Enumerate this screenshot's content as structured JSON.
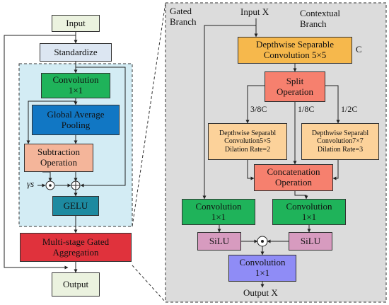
{
  "left": {
    "input": "Input",
    "standardize": "Standardize",
    "conv": "Convolution\n1×1",
    "gap": "Global Average\nPooling",
    "subtraction": "Subtraction\nOperation",
    "gamma": "γs",
    "gelu": "GELU",
    "msga": "Multi-stage Gated\nAggregation",
    "output": "Output"
  },
  "right": {
    "gated_branch": "Gated\nBranch",
    "input_x": "Input X",
    "contextual_branch": "Contextual\nBranch",
    "dw_conv": "Depthwise Separable\nConvolution 5×5",
    "c_label": "C",
    "split": "Split\nOperation",
    "ratio_left": "3/8C",
    "ratio_mid": "1/8C",
    "ratio_right": "1/2C",
    "dw_left": "Depthwise Separabl\nConvolution5×5\nDilation Rate=2",
    "dw_right": "Depthwise Separabl\nConvolution7×7\nDilation Rate=3",
    "concat": "Concatenation\nOperation",
    "conv_left": "Convolution\n1×1",
    "conv_right": "Convolution\n1×1",
    "silu_left": "SiLU",
    "silu_right": "SiLU",
    "conv_out": "Convolution\n1×1",
    "output_x": "Output X"
  },
  "colors": {
    "input_fill": "#ebf2df",
    "standardize_fill": "#dce6f2",
    "conv_green": "#1fb35a",
    "gap_blue": "#1177c4",
    "subtraction_fill": "#f4b59a",
    "gelu_teal": "#1d8aa0",
    "msga_red": "#e0323c",
    "left_panel_fill": "#d3ecf4",
    "right_panel_fill": "#dcdcdc",
    "dw_orange": "#f6b84c",
    "split_salmon": "#f6806e",
    "dw_small_fill": "#fcd29a",
    "silu_pink": "#d79bbf",
    "conv_out_purple": "#8f8cf6"
  }
}
